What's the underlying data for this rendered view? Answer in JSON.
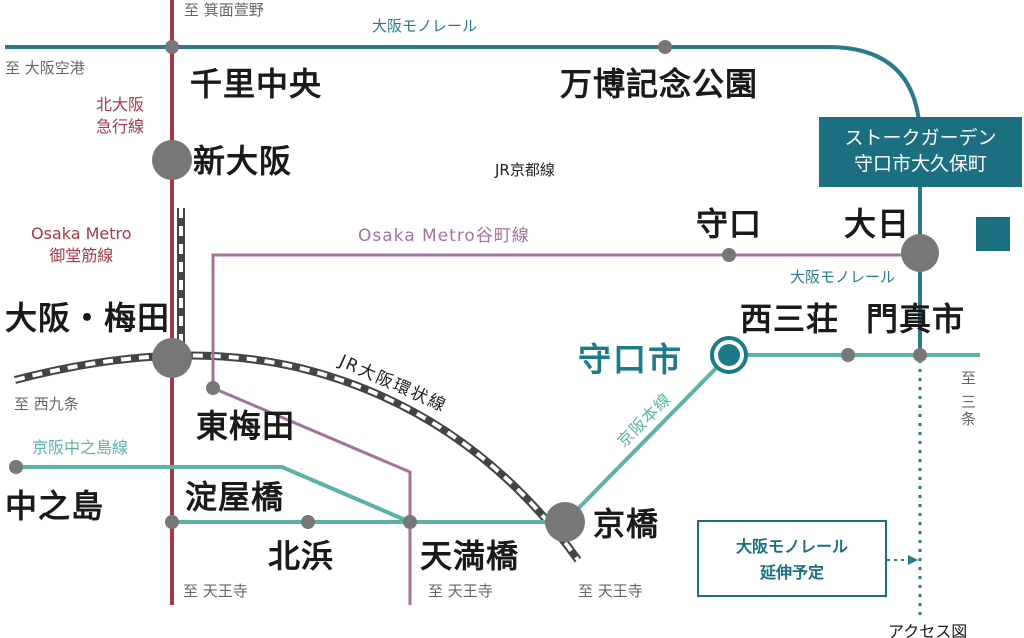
{
  "lines": {
    "monorail": "大阪モノレール",
    "monorail_east": "大阪モノレール",
    "kita_osaka": "北大阪\n急行線",
    "midosuji": "Osaka Metro\n御堂筋線",
    "tanimachi": "Osaka Metro谷町線",
    "jr_kyoto": "JR京都線",
    "jr_loop": "JR大阪環状線",
    "keihan_main": "京阪本線",
    "keihan_nakanoshima": "京阪中之島線"
  },
  "stations": {
    "senri_chuo": "千里中央",
    "banpaku": "万博記念公園",
    "shin_osaka": "新大阪",
    "moriguchi": "守口",
    "dainichi": "大日",
    "osaka_umeda": "大阪・梅田",
    "nishisanso": "西三荘",
    "kadoma": "門真市",
    "moriguchi_shi": "守口市",
    "higashi_umeda": "東梅田",
    "nakanoshima": "中之島",
    "yodoyabashi": "淀屋橋",
    "kitahama": "北浜",
    "tenmabashi": "天満橋",
    "kyobashi": "京橋"
  },
  "directions": {
    "mino_kayano": "至 箕面萱野",
    "airport": "至 大阪空港",
    "nishikujo": "至 西九条",
    "sanjo": "至 三条",
    "tennoji_1": "至 天王寺",
    "tennoji_2": "至 天王寺",
    "tennoji_3": "至 天王寺"
  },
  "property": {
    "line1": "ストークガーデン",
    "line2": "守口市大久保町"
  },
  "plan_note": {
    "line1": "大阪モノレール",
    "line2": "延伸予定"
  },
  "map_title": "アクセス図",
  "colors": {
    "monorail": "#2b7a8c",
    "midosuji": "#a23a4a",
    "tanimachi": "#a3749b",
    "keihan": "#5ab3a7",
    "jr": "#555555",
    "accent": "#1c6f80"
  }
}
